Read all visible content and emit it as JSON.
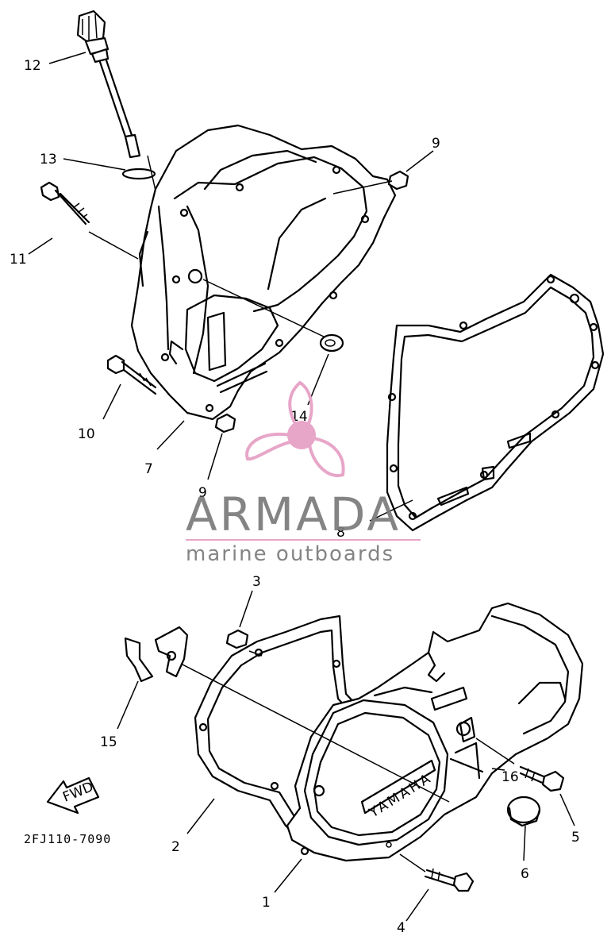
{
  "callouts": {
    "c1": "1",
    "c2": "2",
    "c3": "3",
    "c4": "4",
    "c5": "5",
    "c6": "6",
    "c7": "7",
    "c8": "8",
    "c9a": "9",
    "c9b": "9",
    "c10": "10",
    "c11": "11",
    "c12": "12",
    "c13": "13",
    "c14": "14",
    "c15": "15",
    "c16": "16"
  },
  "fwd_label": "FWD",
  "part_code": "2FJ110-7090",
  "cover_brand": "YAMAHA",
  "watermark": {
    "title": "ARMADA",
    "subtitle": "marine outboards",
    "color": "#7a7a7a",
    "logo_color": "#e7a6c8"
  }
}
